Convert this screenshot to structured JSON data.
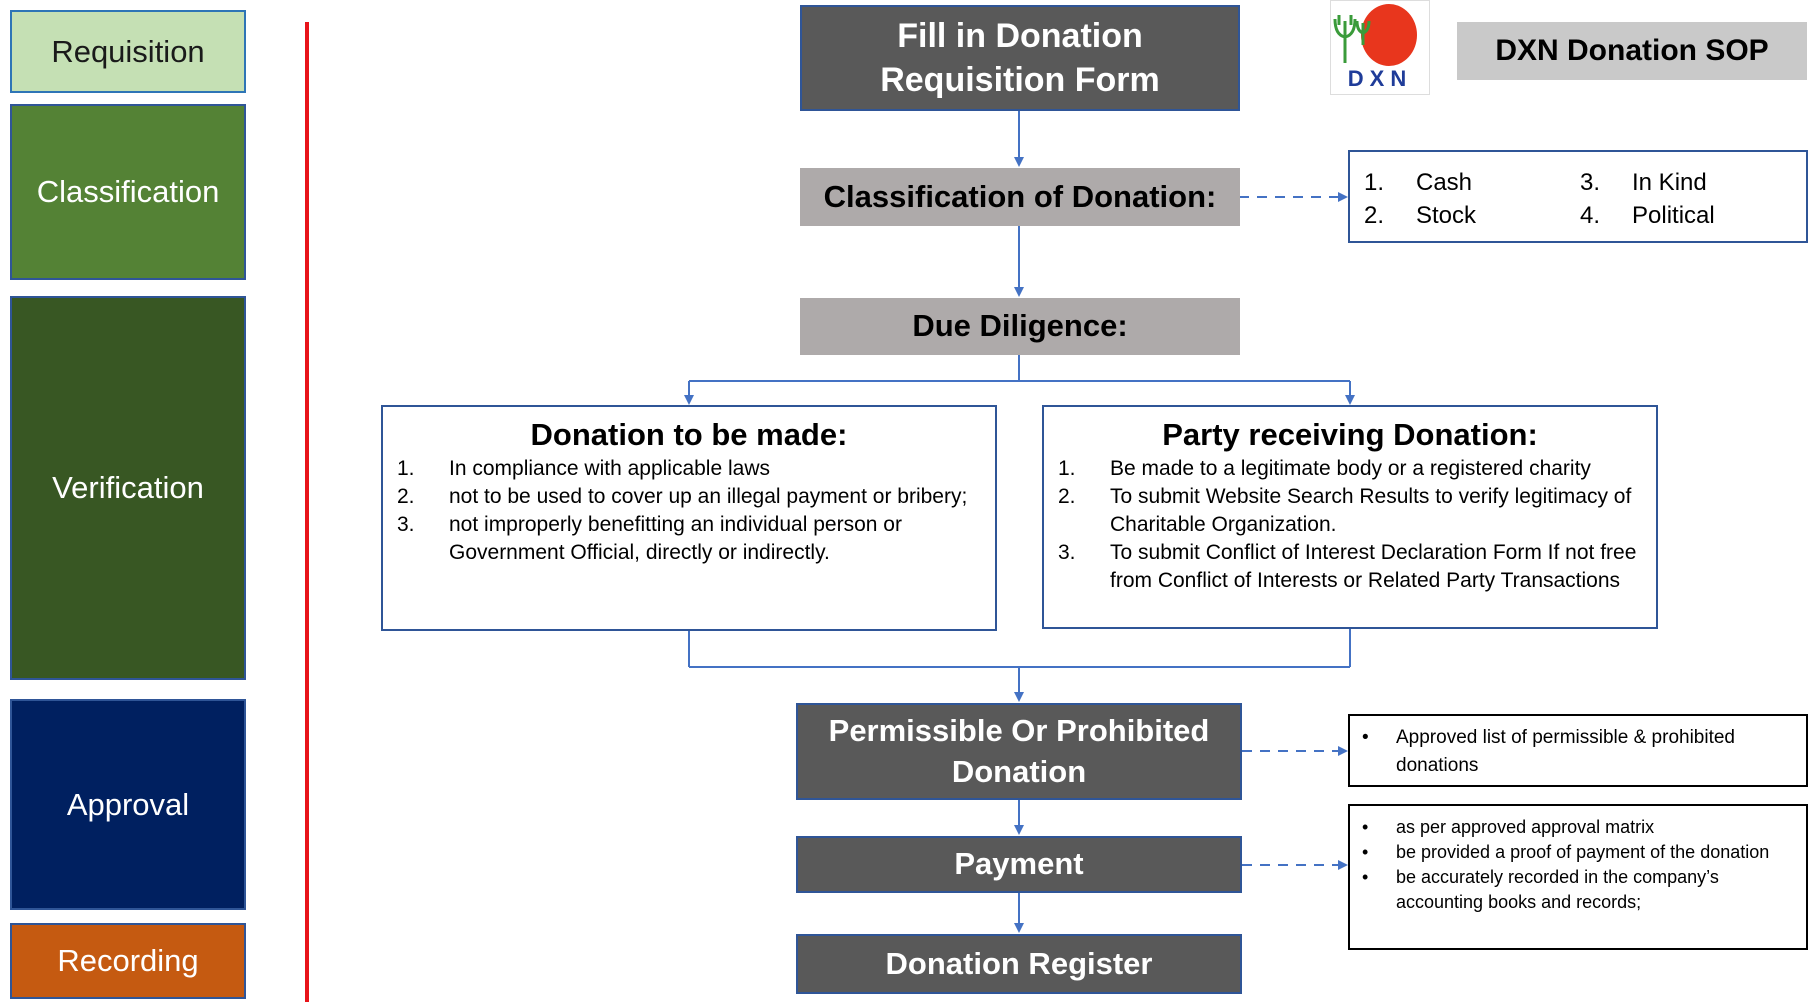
{
  "stages": {
    "requisition": "Requisition",
    "classification": "Classification",
    "verification": "Verification",
    "approval": "Approval",
    "recording": "Recording"
  },
  "header": {
    "logo_text": "DXN",
    "sop_title": "DXN Donation SOP"
  },
  "flow": {
    "fill_form": "Fill in Donation Requisition Form",
    "classification": "Classification of Donation:",
    "due_diligence": "Due Diligence:",
    "permissible": "Permissible Or Prohibited Donation",
    "payment": "Payment",
    "register": "Donation Register"
  },
  "classification_types": [
    {
      "num": "1.",
      "label": "Cash"
    },
    {
      "num": "3.",
      "label": "In Kind"
    },
    {
      "num": "2.",
      "label": "Stock"
    },
    {
      "num": "4.",
      "label": "Political"
    }
  ],
  "donation_to_be_made": {
    "title": "Donation to be made:",
    "items": [
      {
        "num": "1.",
        "text": "In compliance with applicable laws"
      },
      {
        "num": "2.",
        "text": "not to be used to cover up an illegal payment or bribery;"
      },
      {
        "num": "3.",
        "text": "not improperly benefitting an individual person or Government Official, directly or indirectly."
      }
    ]
  },
  "party_receiving": {
    "title": "Party receiving Donation:",
    "items": [
      {
        "num": "1.",
        "text": "Be made to a legitimate body or a registered charity"
      },
      {
        "num": "2.",
        "text": "To submit Website Search Results to verify legitimacy of Charitable Organization."
      },
      {
        "num": "3.",
        "text": "To submit Conflict of Interest Declaration Form If not free from Conflict of Interests or Related Party Transactions"
      }
    ]
  },
  "permissible_note": {
    "bullet": "•",
    "items": [
      "Approved list of permissible & prohibited donations"
    ]
  },
  "payment_note": {
    "bullet": "•",
    "items": [
      "as per approved approval matrix",
      "be provided a proof of payment of the donation",
      "be accurately recorded in the company’s accounting books and records;"
    ]
  },
  "colors": {
    "connector": "#4472c4",
    "divider": "#e8141a",
    "logo_red": "#e8361d",
    "logo_green": "#3a9b3a",
    "logo_blue": "#1f3c99"
  }
}
